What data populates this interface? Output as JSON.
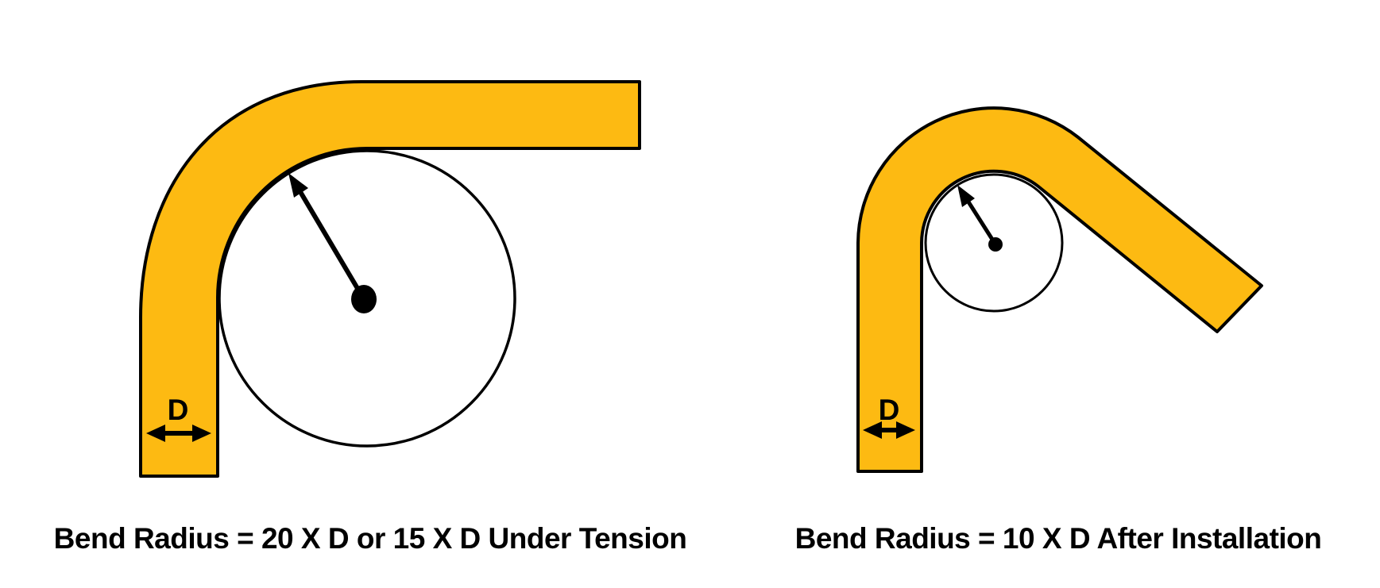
{
  "colors": {
    "background": "#ffffff",
    "cable_fill": "#FDBA12",
    "cable_outline": "#000000",
    "line_color": "#000000",
    "text_color": "#000000"
  },
  "figures": {
    "left": {
      "diameter_label": "D",
      "caption": "Bend Radius = 20 X D or 15 X D Under Tension"
    },
    "right": {
      "diameter_label": "D",
      "caption": "Bend Radius = 10 X D After Installation"
    }
  }
}
